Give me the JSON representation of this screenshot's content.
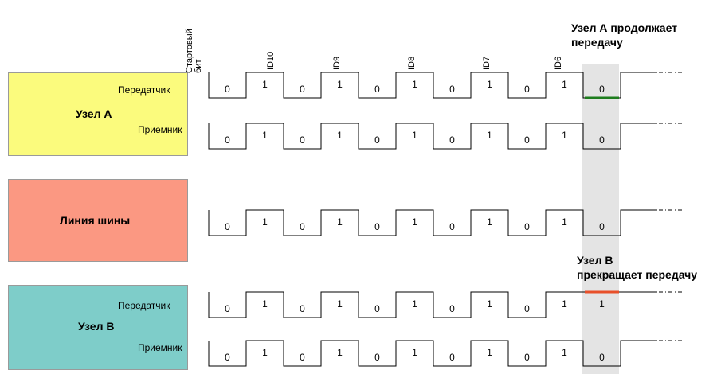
{
  "colors": {
    "node_a": "#fbfb7d",
    "bus_line": "#fb9882",
    "node_b": "#7ecdc9",
    "highlight_column": "#e4e4e4",
    "continue_marker": "#1e7d1e",
    "stop_marker": "#e8502a",
    "waveform": "#000000"
  },
  "headers": [
    "Стартовый\nбит",
    "ID10",
    "ID9",
    "ID8",
    "ID7",
    "ID6"
  ],
  "nodes": {
    "a": {
      "title": "Узел А",
      "transmitter_label": "Передатчик",
      "receiver_label": "Приемник"
    },
    "bus": {
      "title": "Линия шины"
    },
    "b": {
      "title": "Узел В",
      "transmitter_label": "Передатчик",
      "receiver_label": "Приемник"
    }
  },
  "notes": {
    "a_continues": "Узел А продолжает\nпередачу",
    "b_stops": "Узел В\nпрекращает передачу"
  },
  "rows": [
    {
      "id": "node-a-transmitter",
      "bits": [
        "0",
        "1",
        "0",
        "1",
        "0",
        "1",
        "0",
        "1",
        "0",
        "1",
        "0"
      ],
      "final_marker": "continue"
    },
    {
      "id": "node-a-receiver",
      "bits": [
        "0",
        "1",
        "0",
        "1",
        "0",
        "1",
        "0",
        "1",
        "0",
        "1",
        "0"
      ],
      "final_marker": ""
    },
    {
      "id": "bus-line",
      "bits": [
        "0",
        "1",
        "0",
        "1",
        "0",
        "1",
        "0",
        "1",
        "0",
        "1",
        "0"
      ],
      "final_marker": ""
    },
    {
      "id": "node-b-transmitter",
      "bits": [
        "0",
        "1",
        "0",
        "1",
        "0",
        "1",
        "0",
        "1",
        "0",
        "1",
        "1"
      ],
      "final_marker": "stop"
    },
    {
      "id": "node-b-receiver",
      "bits": [
        "0",
        "1",
        "0",
        "1",
        "0",
        "1",
        "0",
        "1",
        "0",
        "1",
        "0"
      ],
      "final_marker": ""
    }
  ]
}
